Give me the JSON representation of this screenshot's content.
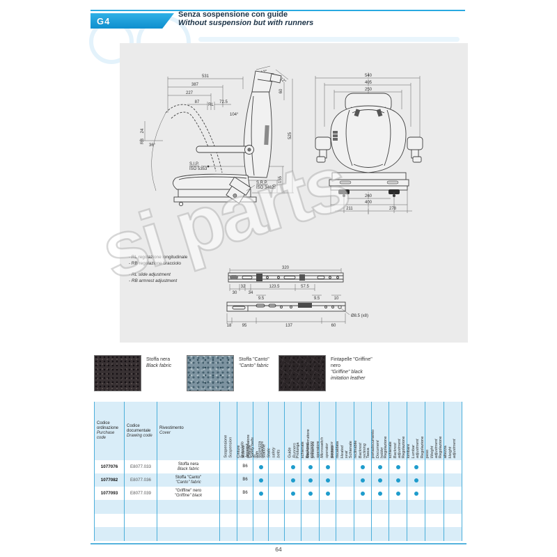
{
  "page": {
    "number": "64"
  },
  "header": {
    "code": "G4",
    "title_it": "Senza sospensione con guide",
    "title_en": "Without suspension but with runners"
  },
  "colors": {
    "accent_blue": "#1b9cd8",
    "light_blue_row": "#d9edf8",
    "grid_line": "#4aaeda",
    "feature_dot": "#1f9ccc",
    "drawing_background": "#ebebeb"
  },
  "drawing": {
    "watermark": "si parts",
    "notes": {
      "line1_it": "- RL regolazione longitudinale",
      "line2_it": "- RB regolazione bracciolo",
      "line1_en": "- RL slide adjustment",
      "line2_en": "- RB armrest adjustment"
    },
    "side_view": {
      "dims": {
        "w531": "531",
        "w387": "387",
        "w227": "227",
        "w87": "87",
        "rl": "RL",
        "w72_5": "72.5",
        "a104": "104°",
        "a12_1": "12°",
        "a12_2": "12°",
        "h60_top": "60",
        "h525": "525",
        "h155": "155",
        "h60_bot": "60",
        "rb": "RB",
        "h24": "24",
        "a36": "36°",
        "sip_label": "S.I.P.",
        "sip_iso": "ISO 5353",
        "srp_label": "S.R.P.",
        "srp_iso": "ISO 3462"
      }
    },
    "front_view": {
      "dims": {
        "w540": "540",
        "w405": "405",
        "w250": "250",
        "w260": "260",
        "w400": "400",
        "w211": "211",
        "w278": "278"
      }
    },
    "runner_view": {
      "dims": {
        "w320": "320",
        "w30": "30",
        "w32": "32",
        "w34": "34",
        "w123_5": "123.5",
        "w57_5": "57.5",
        "w9_5a": "9.5",
        "w9_5b": "9.5",
        "w10": "10",
        "w18": "18",
        "w95": "95",
        "w137": "137",
        "w60": "60",
        "hole": "Ø8.5 (x8)"
      }
    }
  },
  "swatches": [
    {
      "id": "black-fabric",
      "name_it": "Stoffa nera",
      "name_en": "Black fabric"
    },
    {
      "id": "canto-fabric",
      "name_it": "Stoffa \"Canto\"",
      "name_en": "\"Canto\" fabric"
    },
    {
      "id": "griffine-leather",
      "name_it": "Fintapelle \"Griffine\" nero",
      "name_en": "\"Griffine\" black imitation leather"
    }
  ],
  "table": {
    "columns": [
      {
        "id": "purchase",
        "label_it": "Codice ordinazione",
        "label_en": "Purchase code",
        "vertical": false
      },
      {
        "id": "drawing",
        "label_it": "Codice documentale",
        "label_en": "Drawing code",
        "vertical": false
      },
      {
        "id": "cover",
        "label_it": "Rivestimento",
        "label_en": "Cover",
        "vertical": false
      },
      {
        "id": "suspension",
        "label_it": "Sospensione",
        "label_en": "Suspension",
        "vertical": true
      },
      {
        "id": "armrest",
        "label_it": "Bracciolo",
        "label_en": "Armrest",
        "vertical": true
      },
      {
        "id": "belts_retractor",
        "label_it": "Cinture sicurez. c/arrotolatore",
        "label_en": "Safety belts with retractors",
        "vertical": true
      },
      {
        "id": "static_belts",
        "label_it": "Cinture di sicurezza statiche",
        "label_en": "Static safety belts",
        "vertical": true
      },
      {
        "id": "runners",
        "label_it": "Guide",
        "label_en": "Runners",
        "vertical": true
      },
      {
        "id": "backrest_extension",
        "label_it": "Prolunga schienale",
        "label_en": "Backrest extension",
        "vertical": true
      },
      {
        "id": "microswitch",
        "label_it": "Microinterruttore presenza\noperatore",
        "label_en": "Microswitch operator presence",
        "vertical": true
      },
      {
        "id": "heated_seat",
        "label_it": "Seduta riscaldata",
        "label_en": "Heated seat",
        "vertical": true
      },
      {
        "id": "backrest_reclining",
        "label_it": "Schienale reclinabile",
        "label_en": "Backrest reclining",
        "vertical": true
      },
      {
        "id": "document_holder",
        "label_it": "Tasca portadocumento",
        "label_en": "Document holder",
        "vertical": true
      },
      {
        "id": "backrest_adjustment",
        "label_it": "Regolazione schienale",
        "label_en": "Backrest adjustment",
        "vertical": true
      },
      {
        "id": "lumbar_adjustment",
        "label_it": "Regolazione lombare",
        "label_en": "Lumbar adjustment",
        "vertical": true
      },
      {
        "id": "weight_adjustment",
        "label_it": "Regolazione peso",
        "label_en": "Weight adjustment",
        "vertical": true
      },
      {
        "id": "height_adjustment",
        "label_it": "Regolazione altezza",
        "label_en": "Height adjustment",
        "vertical": true
      }
    ],
    "rows": [
      {
        "purchase_code": "1077076",
        "drawing_code": "E8077.033",
        "cover_it": "Stoffa nera",
        "cover_en": "Black fabric",
        "suspension": "",
        "armrest": "B6",
        "features": [
          "belts_retractor",
          "runners",
          "backrest_extension",
          "microswitch",
          "backrest_reclining",
          "document_holder",
          "backrest_adjustment",
          "lumbar_adjustment"
        ]
      },
      {
        "purchase_code": "1077082",
        "drawing_code": "E8077.036",
        "cover_it": "Stoffa \"Canto\"",
        "cover_en": "\"Canto\" fabric",
        "suspension": "",
        "armrest": "B6",
        "features": [
          "belts_retractor",
          "runners",
          "backrest_extension",
          "microswitch",
          "backrest_reclining",
          "document_holder",
          "backrest_adjustment",
          "lumbar_adjustment"
        ]
      },
      {
        "purchase_code": "1077093",
        "drawing_code": "E8077.039",
        "cover_it": "\"Griffine\" nero",
        "cover_en": "\"Griffine\" black",
        "suspension": "",
        "armrest": "B6",
        "features": [
          "belts_retractor",
          "runners",
          "backrest_extension",
          "microswitch",
          "backrest_reclining",
          "document_holder",
          "backrest_adjustment",
          "lumbar_adjustment"
        ]
      }
    ],
    "empty_row_count": 3
  }
}
